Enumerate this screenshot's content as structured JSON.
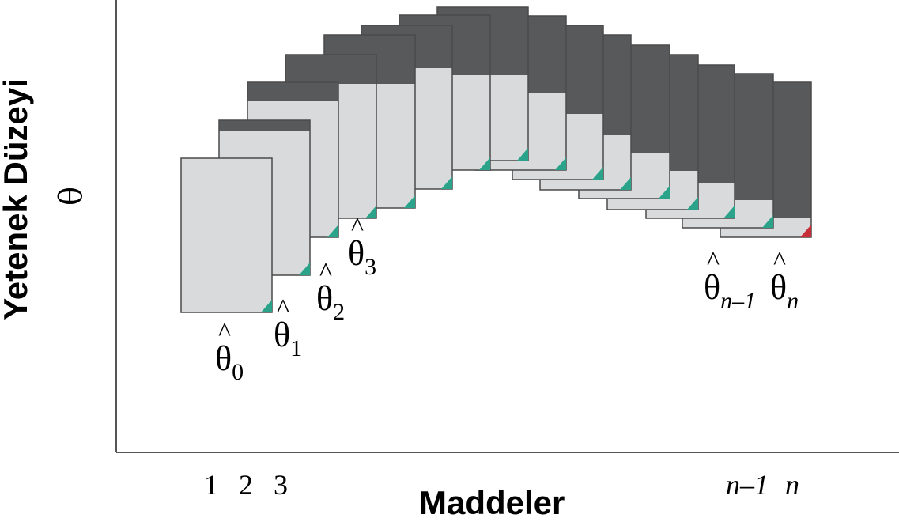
{
  "axes": {
    "x_title": "Maddeler",
    "y_title": "Yetenek Düzeyi",
    "y_symbol": "θ"
  },
  "x_ticks": {
    "t1": "1",
    "t2": "2",
    "t3": "3",
    "tn1": "n–1",
    "tn": "n"
  },
  "estimates": {
    "theta_symbol": "θ",
    "hat": "^",
    "sub0": "0",
    "sub1": "1",
    "sub2": "2",
    "sub3": "3",
    "sub_n1": "n–1",
    "sub_n": "n"
  },
  "colors": {
    "card_light": "#d9dadc",
    "card_dark": "#58595b",
    "card_edge": "#4a4a4a",
    "marker_green": "#2aa38a",
    "marker_red": "#c62f3a",
    "axis": "#555555"
  }
}
